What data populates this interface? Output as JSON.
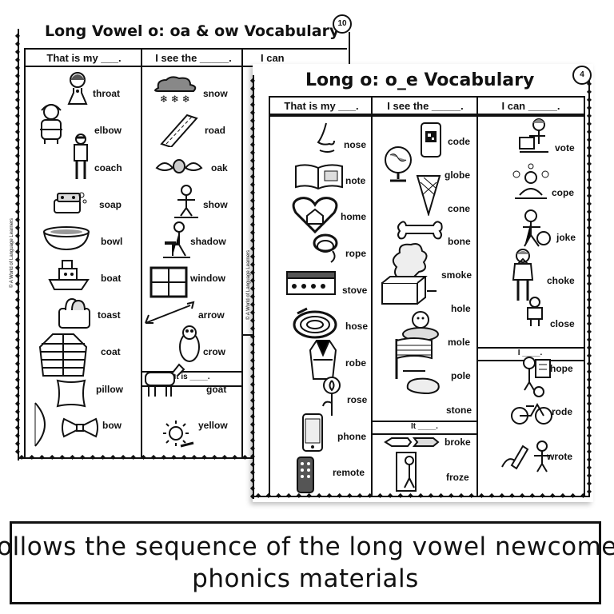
{
  "back_sheet": {
    "title": "Long Vowel o: oa & ow Vocabulary",
    "page_number": "10",
    "credit": "© A World of Language Learners",
    "columns": [
      "That is my ___.",
      "I see the _____.",
      "I can"
    ],
    "col1_words": [
      "throat",
      "elbow",
      "coach",
      "soap",
      "bowl",
      "boat",
      "toast",
      "coat",
      "pillow",
      "bow"
    ],
    "col2_words": [
      "snow",
      "road",
      "oak",
      "show",
      "shadow",
      "window",
      "arrow",
      "crow",
      "goat",
      "yellow"
    ],
    "subheading": "It is ____."
  },
  "front_sheet": {
    "title": "Long o: o_e Vocabulary",
    "page_number": "4",
    "credit": "© A World of Language Learners",
    "columns": [
      "That is my ___.",
      "I see the _____.",
      "I can _____."
    ],
    "col1_words": [
      "nose",
      "note",
      "home",
      "rope",
      "stove",
      "hose",
      "robe",
      "rose",
      "phone",
      "remote"
    ],
    "col2_words": [
      "code",
      "globe",
      "cone",
      "bone",
      "smoke",
      "hole",
      "mole",
      "pole",
      "stone"
    ],
    "col2_subheading": "It ____.",
    "col2_extra_words": [
      "broke",
      "froze"
    ],
    "col3_words": [
      "vote",
      "cope",
      "joke",
      "choke",
      "close"
    ],
    "col3_subheading": "I ____.",
    "col3_extra_words": [
      "hope",
      "rode",
      "wrote"
    ]
  },
  "caption": {
    "line1": "Follows the sequence of the long vowel newcomer",
    "line2": "phonics materials"
  },
  "icons": [
    "clipart-illustration"
  ]
}
